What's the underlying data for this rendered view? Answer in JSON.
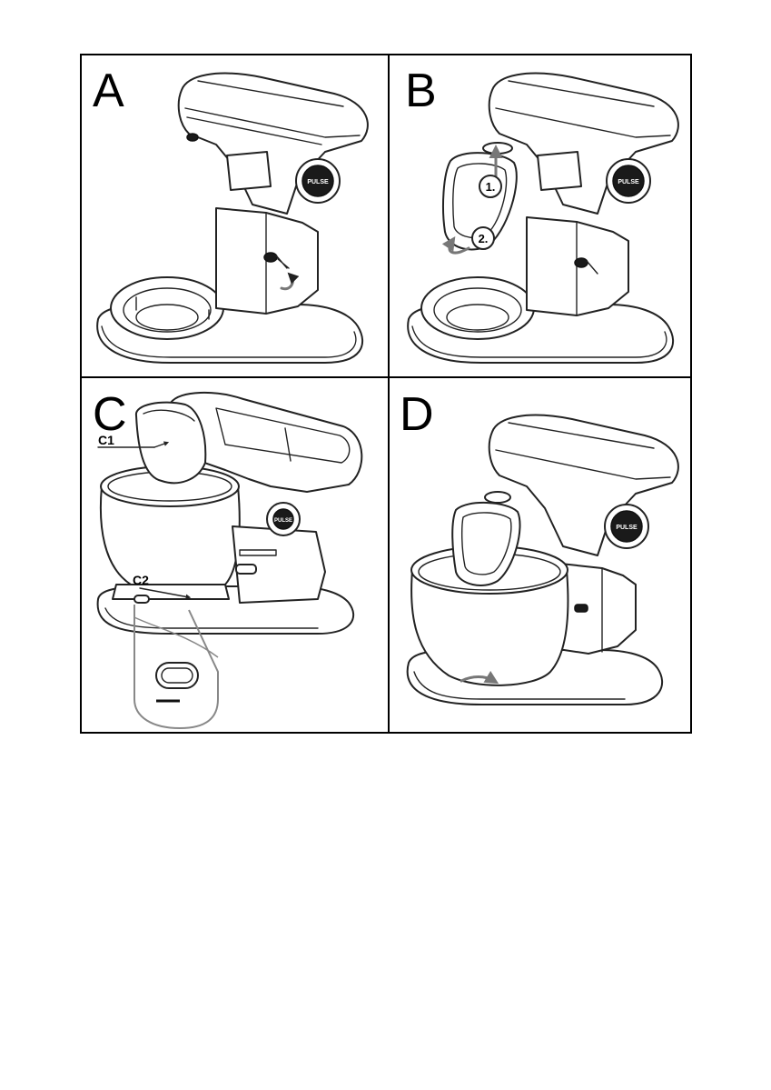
{
  "panels": [
    {
      "label": "A",
      "knob_label": "PULSE"
    },
    {
      "label": "B",
      "knob_label": "PULSE",
      "steps": [
        "1.",
        "2."
      ]
    },
    {
      "label": "C",
      "knob_label": "PULSE",
      "callouts": [
        "C1",
        "C2"
      ]
    },
    {
      "label": "D",
      "knob_label": "PULSE"
    }
  ]
}
